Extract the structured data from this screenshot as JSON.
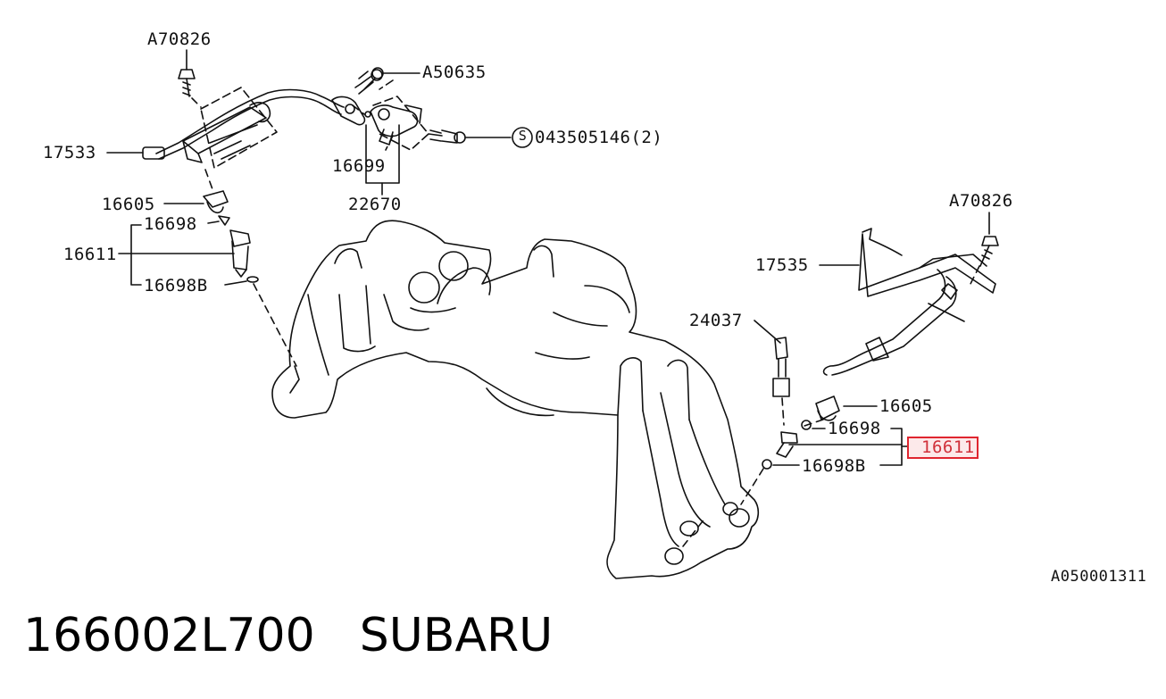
{
  "labels": {
    "a70826_top": "A70826",
    "a50635": "A50635",
    "s043505146": "043505146(2)",
    "s_symbol": "S",
    "c17533": "17533",
    "c16699": "16699",
    "c22670": "22670",
    "c16605_left": "16605",
    "c16698_left": "16698",
    "c16611_left": "16611",
    "c16698b_left": "16698B",
    "a70826_right": "A70826",
    "c17535": "17535",
    "c24037": "24037",
    "c16605_right": "16605",
    "c16698_right": "16698",
    "c16611_right": "16611",
    "c16698b_right": "16698B",
    "diagram_ref": "A050001311"
  },
  "footer": {
    "part_number": "166002L700",
    "brand": "SUBARU"
  },
  "highlight": {
    "part": "16611",
    "color": "#e0252f"
  }
}
